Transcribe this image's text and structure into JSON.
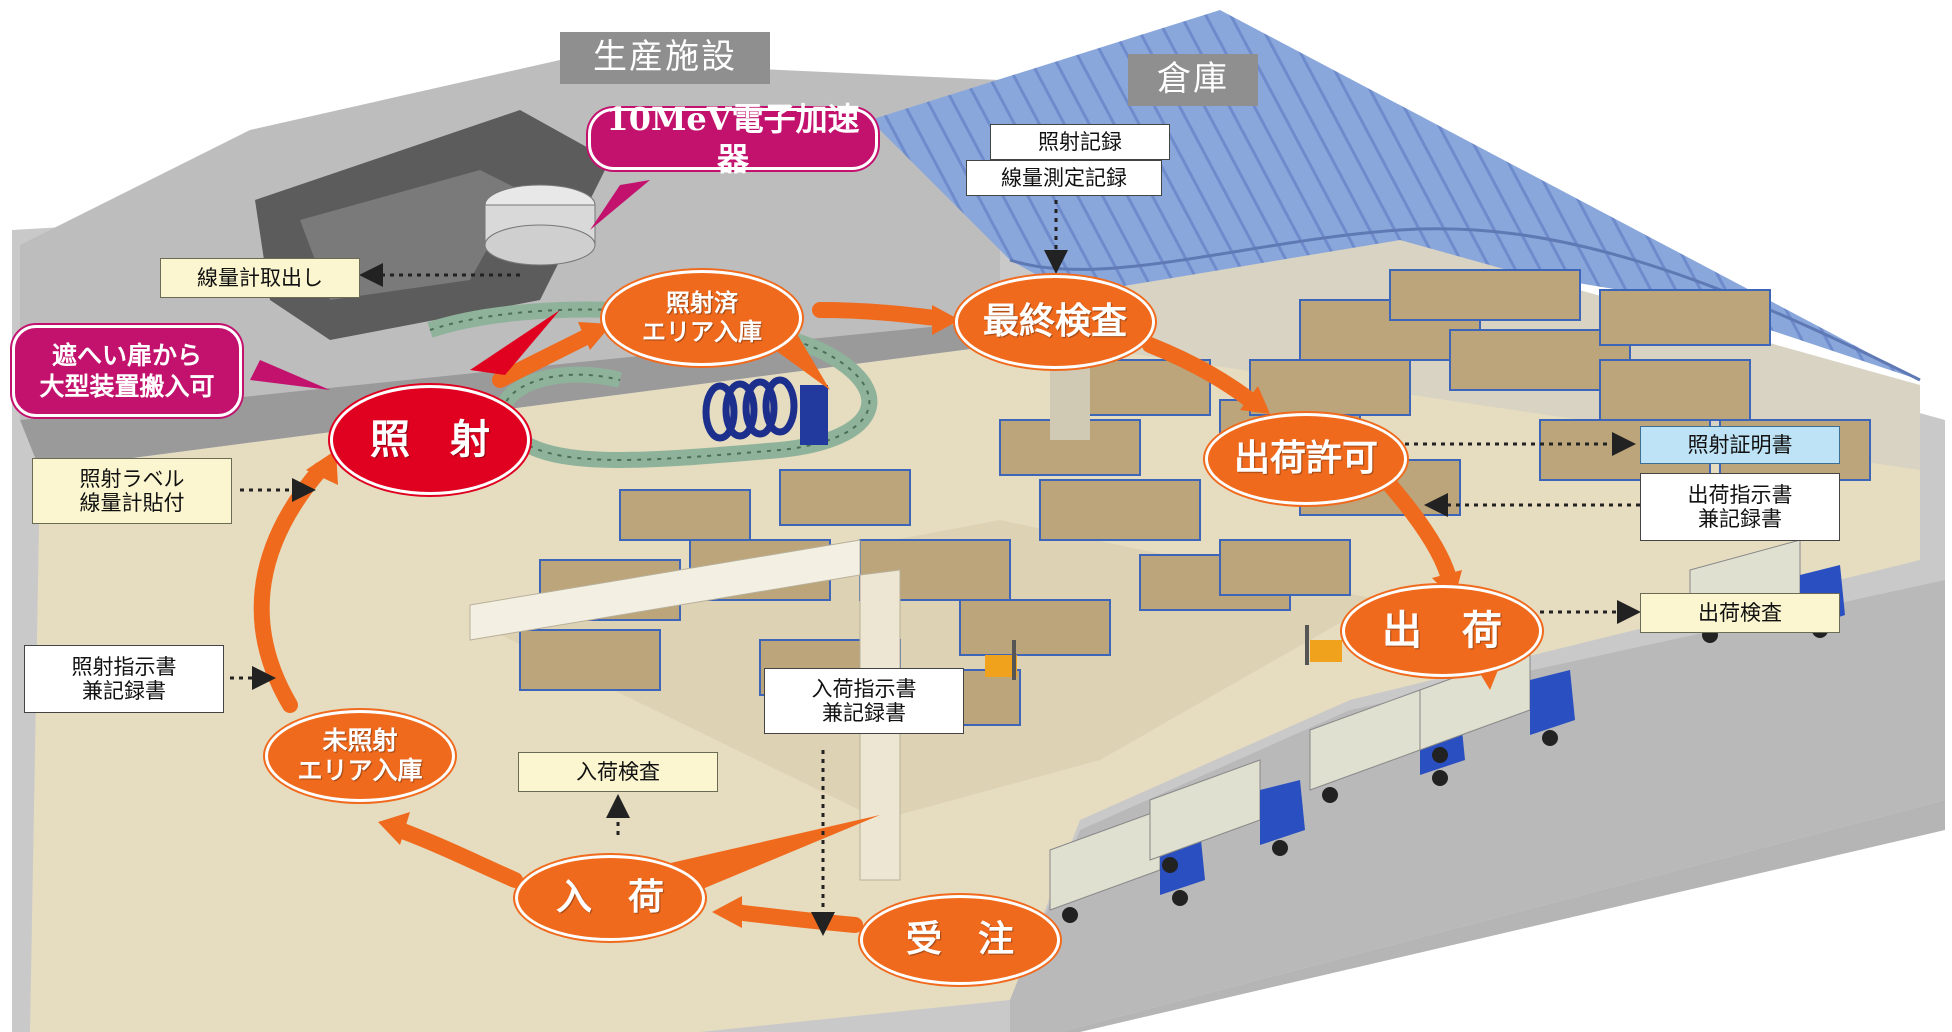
{
  "areas": {
    "production": "生産施設",
    "warehouse": "倉庫"
  },
  "callouts": {
    "accelerator": "10MeV電子加速器",
    "shield_door": "遮へい扉から\n大型装置搬入可"
  },
  "steps": {
    "order": "受　注",
    "receiving": "入　荷",
    "unirradiated_storage": "未照射\nエリア入庫",
    "irradiation": "照　射",
    "irradiated_storage": "照射済\nエリア入庫",
    "final_inspection": "最終検査",
    "shipping_permit": "出荷許可",
    "shipping": "出　荷"
  },
  "documents": {
    "dosimeter_removal": "線量計取出し",
    "irradiation_label": "照射ラベル\n線量計貼付",
    "irradiation_instruction": "照射指示書\n兼記録書",
    "receiving_inspection": "入荷検査",
    "receiving_instruction": "入荷指示書\n兼記録書",
    "irradiation_record": "照射記録",
    "dose_record": "線量測定記録",
    "irradiation_certificate": "照射証明書",
    "shipping_instruction": "出荷指示書\n兼記録書",
    "shipping_inspection": "出荷検査"
  },
  "colors": {
    "flow_orange": "#f06a1d",
    "irradiation_red": "#e00020",
    "callout_magenta": "#c2126d",
    "certificate_blue": "#bfe3f6",
    "note_yellow": "#fbf6cf",
    "roof_blue": "#7f9ed6",
    "floor_beige": "#e6dcc0",
    "truck_blue": "#2a4fc0"
  }
}
